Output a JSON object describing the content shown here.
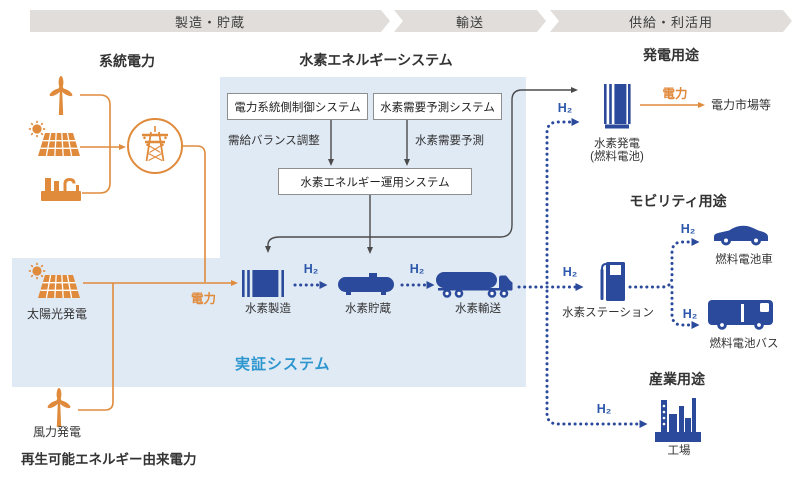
{
  "process_bar": {
    "stages": [
      {
        "label": "製造・貯蔵"
      },
      {
        "label": "輸送"
      },
      {
        "label": "供給・利活用"
      }
    ]
  },
  "grid_power": {
    "title": "系統電力"
  },
  "hydrogen_system": {
    "title": "水素エネルギーシステム",
    "control_box": "電力系統側制御システム",
    "forecast_box": "水素需要予測システム",
    "operation_box": "水素エネルギー運用システム",
    "balance_label": "需給バランス調整",
    "forecast_label": "水素需要予測",
    "demo_label": "実証システム",
    "production": "水素製造",
    "storage": "水素貯蔵",
    "transport": "水素輸送"
  },
  "renewable": {
    "solar": "太陽光発電",
    "wind": "風力発電",
    "power_label": "電力",
    "bottom_caption": "再生可能エネルギー由来電力"
  },
  "power_use": {
    "title": "発電用途",
    "generator": "水素発電",
    "generator_sub": "(燃料電池)",
    "power_label": "電力",
    "market": "電力市場等"
  },
  "mobility": {
    "title": "モビリティ用途",
    "station": "水素ステーション",
    "car": "燃料電池車",
    "bus": "燃料電池バス"
  },
  "industry": {
    "title": "産業用途",
    "factory": "工場"
  },
  "h2_label": "H₂",
  "colors": {
    "accent_orange": "#e08a3c",
    "icon_blue": "#2b4a9b",
    "h2_text_blue": "#2c57ab",
    "demo_text_blue": "#2e96ce",
    "panel_blue": "#e0eaf5",
    "bar_gray": "#e0ddda",
    "line_gray": "#4b4b4b"
  }
}
